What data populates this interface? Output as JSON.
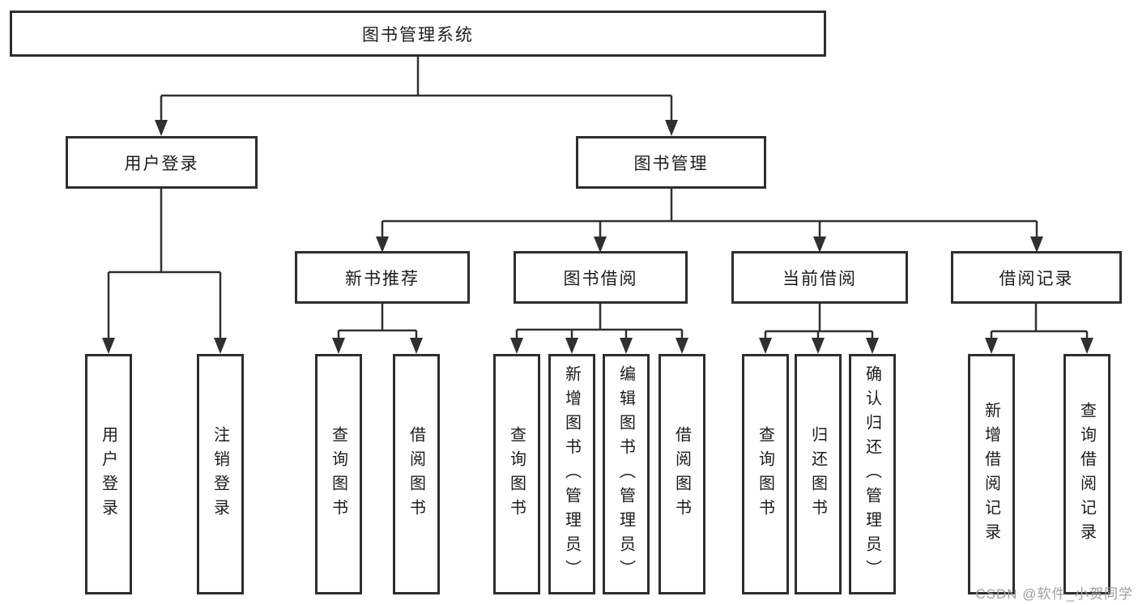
{
  "diagram": {
    "root": {
      "label": "图书管理系统"
    },
    "branches": [
      {
        "label": "用户登录",
        "children": [
          {
            "label": "用户登录"
          },
          {
            "label": "注销登录"
          }
        ]
      },
      {
        "label": "图书管理",
        "groups": [
          {
            "label": "新书推荐",
            "children": [
              {
                "label": "查询图书"
              },
              {
                "label": "借阅图书"
              }
            ]
          },
          {
            "label": "图书借阅",
            "children": [
              {
                "label": "查询图书"
              },
              {
                "label": "新增图书（管理员）"
              },
              {
                "label": "编辑图书（管理员）"
              },
              {
                "label": "借阅图书"
              }
            ]
          },
          {
            "label": "当前借阅",
            "children": [
              {
                "label": "查询图书"
              },
              {
                "label": "归还图书"
              },
              {
                "label": "确认归还（管理员）"
              }
            ]
          },
          {
            "label": "借阅记录",
            "children": [
              {
                "label": "新增借阅记录"
              },
              {
                "label": "查询借阅记录"
              }
            ]
          }
        ]
      }
    ]
  },
  "watermark": {
    "text": "CSDN @软件_小贺同学"
  },
  "colors": {
    "line": "#303030",
    "box_border": "#2e2e2e",
    "text": "#1c1c1c",
    "watermark": "#9e9e9e",
    "background": "#ffffff"
  }
}
